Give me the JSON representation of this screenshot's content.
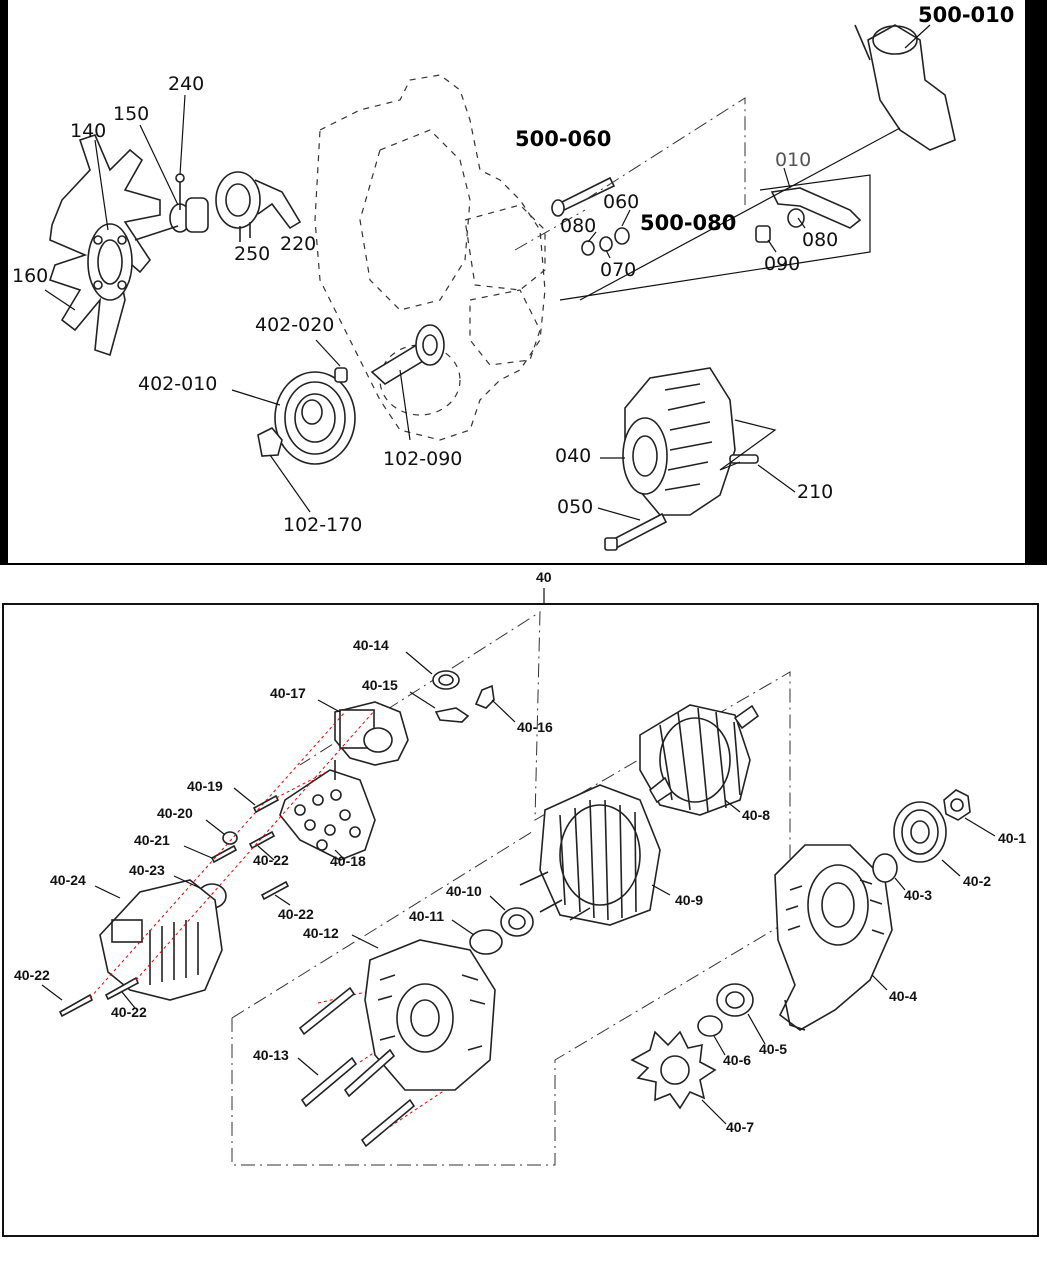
{
  "top_labels": {
    "p500_010": "500-010",
    "p240": "240",
    "p150": "150",
    "p140": "140",
    "p160": "160",
    "p250": "250",
    "p220": "220",
    "p500_060": "500-060",
    "p010": "010",
    "p060": "060",
    "p080a": "080",
    "p500_080": "500-080",
    "p070": "070",
    "p080b": "080",
    "p090": "090",
    "p402_020": "402-020",
    "p402_010": "402-010",
    "p102_090": "102-090",
    "p102_170": "102-170",
    "p040": "040",
    "p210": "210",
    "p050": "050"
  },
  "bottom_title": "40",
  "bottom_labels": {
    "p40_14": "40-14",
    "p40_15": "40-15",
    "p40_16": "40-16",
    "p40_17": "40-17",
    "p40_19": "40-19",
    "p40_20": "40-20",
    "p40_21": "40-21",
    "p40_22a": "40-22",
    "p40_18": "40-18",
    "p40_23": "40-23",
    "p40_24": "40-24",
    "p40_22b": "40-22",
    "p40_22c": "40-22",
    "p40_22d": "40-22",
    "p40_10": "40-10",
    "p40_11": "40-11",
    "p40_12": "40-12",
    "p40_13": "40-13",
    "p40_8": "40-8",
    "p40_9": "40-9",
    "p40_1": "40-1",
    "p40_2": "40-2",
    "p40_3": "40-3",
    "p40_4": "40-4",
    "p40_5": "40-5",
    "p40_6": "40-6",
    "p40_7": "40-7"
  }
}
